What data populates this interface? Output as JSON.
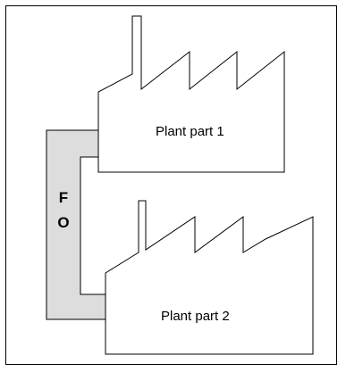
{
  "diagram": {
    "connector_label_top": "F",
    "connector_label_bottom": "O",
    "plant_1_label": "Plant part 1",
    "plant_2_label": "Plant part 2"
  },
  "colors": {
    "connector_fill": "#dddddd",
    "stroke": "#000000",
    "background": "#ffffff"
  }
}
